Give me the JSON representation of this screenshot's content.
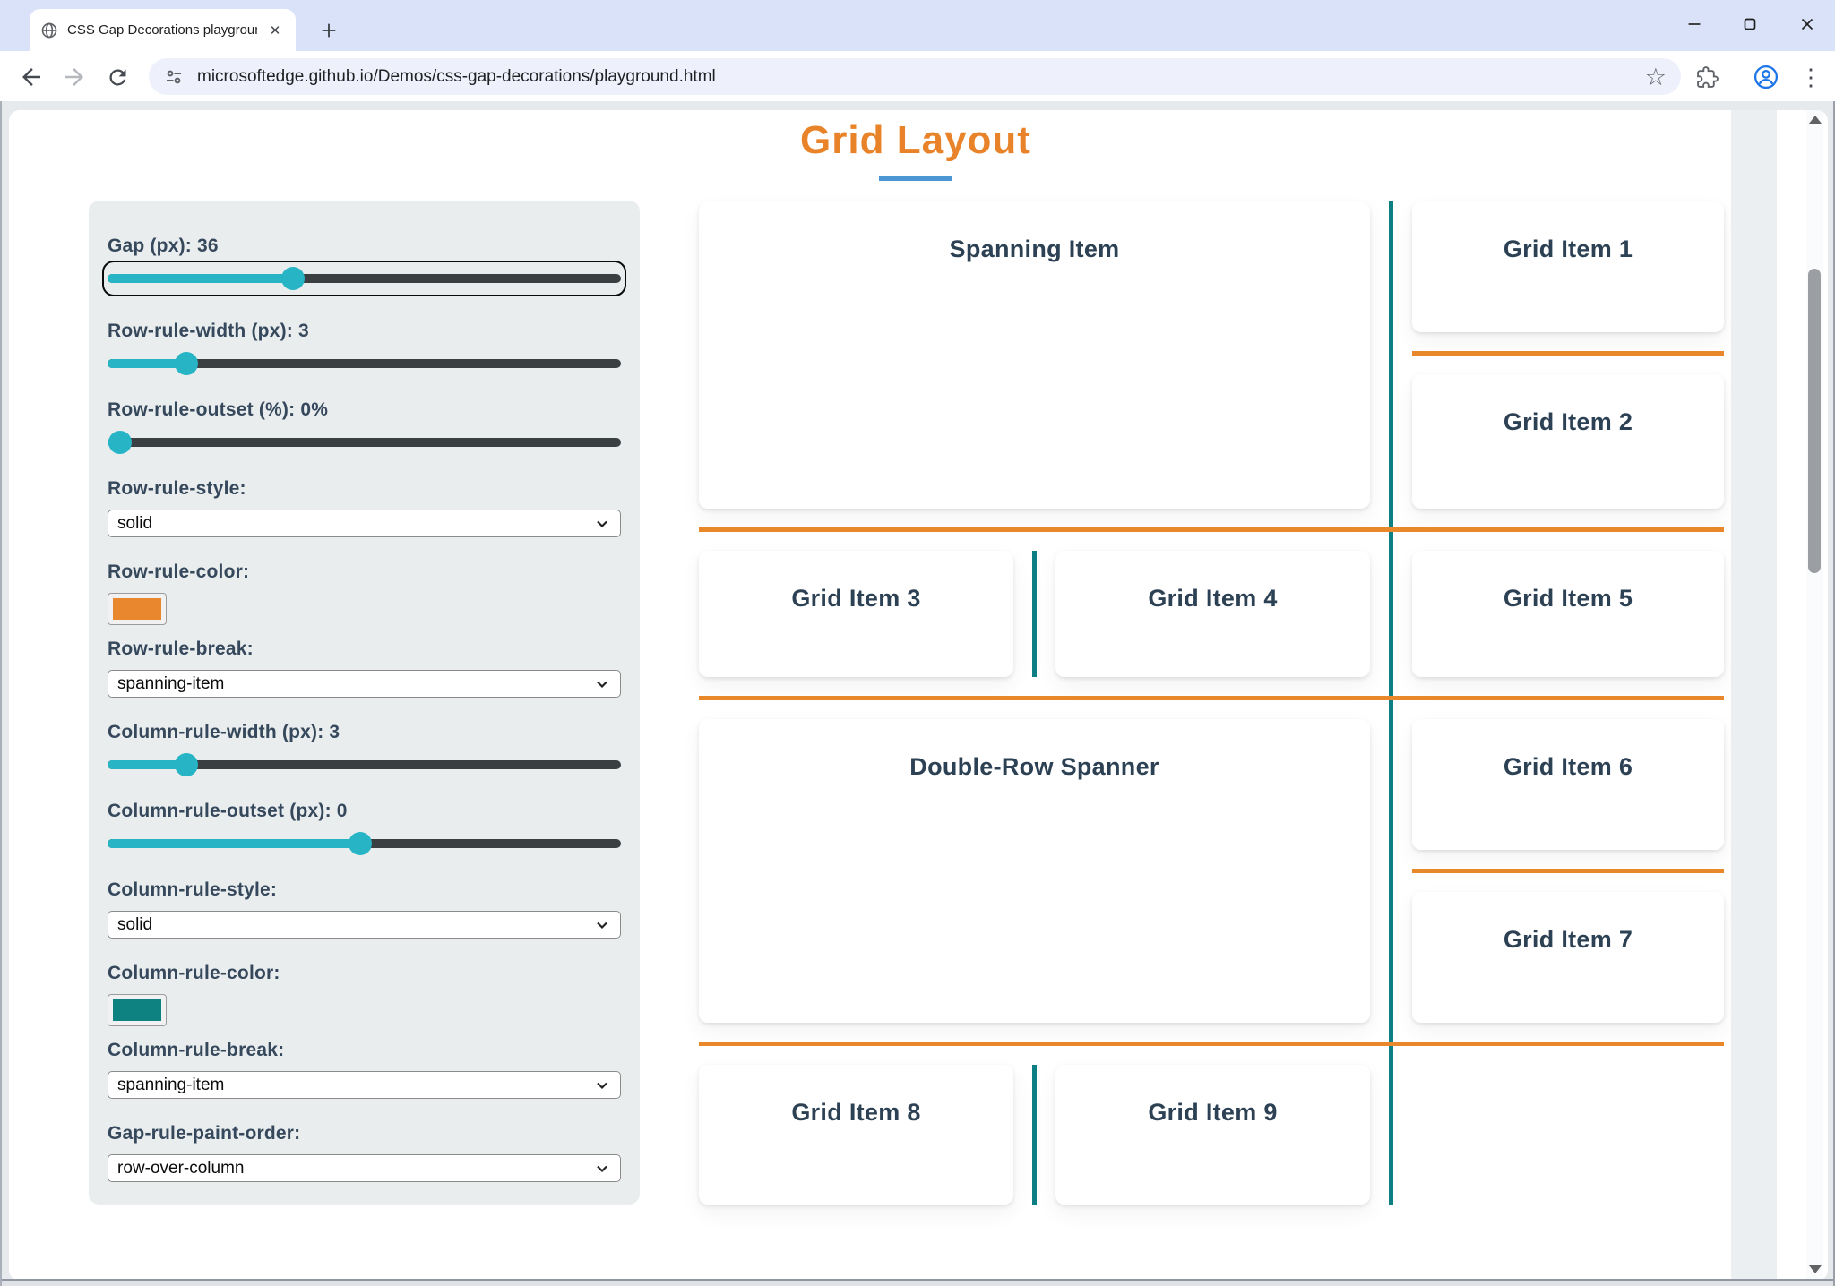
{
  "browser": {
    "tab_title": "CSS Gap Decorations playground",
    "url": "microsoftedge.github.io/Demos/css-gap-decorations/playground.html"
  },
  "page": {
    "title": "Grid Layout"
  },
  "panel": {
    "groups": [
      {
        "type": "slider",
        "label": "Gap (px): 36",
        "focused": true
      },
      {
        "type": "slider",
        "label": "Row-rule-width (px): 3"
      },
      {
        "type": "slider",
        "label": "Row-rule-outset (%): 0%"
      },
      {
        "type": "select",
        "label": "Row-rule-style:",
        "value": "solid"
      },
      {
        "type": "color",
        "label": "Row-rule-color:",
        "swatch": "#e8872d"
      },
      {
        "type": "select",
        "label": "Row-rule-break:",
        "value": "spanning-item"
      },
      {
        "type": "slider",
        "label": "Column-rule-width (px): 3"
      },
      {
        "type": "slider",
        "label": "Column-rule-outset (px): 0"
      },
      {
        "type": "select",
        "label": "Column-rule-style:",
        "value": "solid"
      },
      {
        "type": "color",
        "label": "Column-rule-color:",
        "swatch": "#0e8181"
      },
      {
        "type": "select",
        "label": "Column-rule-break:",
        "value": "spanning-item"
      },
      {
        "type": "select",
        "label": "Gap-rule-paint-order:",
        "value": "row-over-column"
      }
    ]
  },
  "grid": {
    "spanning_item": "Spanning Item",
    "double_row_spanner": "Double-Row Spanner",
    "items": [
      "Grid Item 1",
      "Grid Item 2",
      "Grid Item 3",
      "Grid Item 4",
      "Grid Item 5",
      "Grid Item 6",
      "Grid Item 7",
      "Grid Item 8",
      "Grid Item 9"
    ]
  },
  "colors": {
    "row_rule": "#e9872b",
    "column_rule": "#0c7f84",
    "slider_accent": "#27b5c6",
    "title_orange": "#e8832a",
    "title_underline": "#4d96d6"
  }
}
